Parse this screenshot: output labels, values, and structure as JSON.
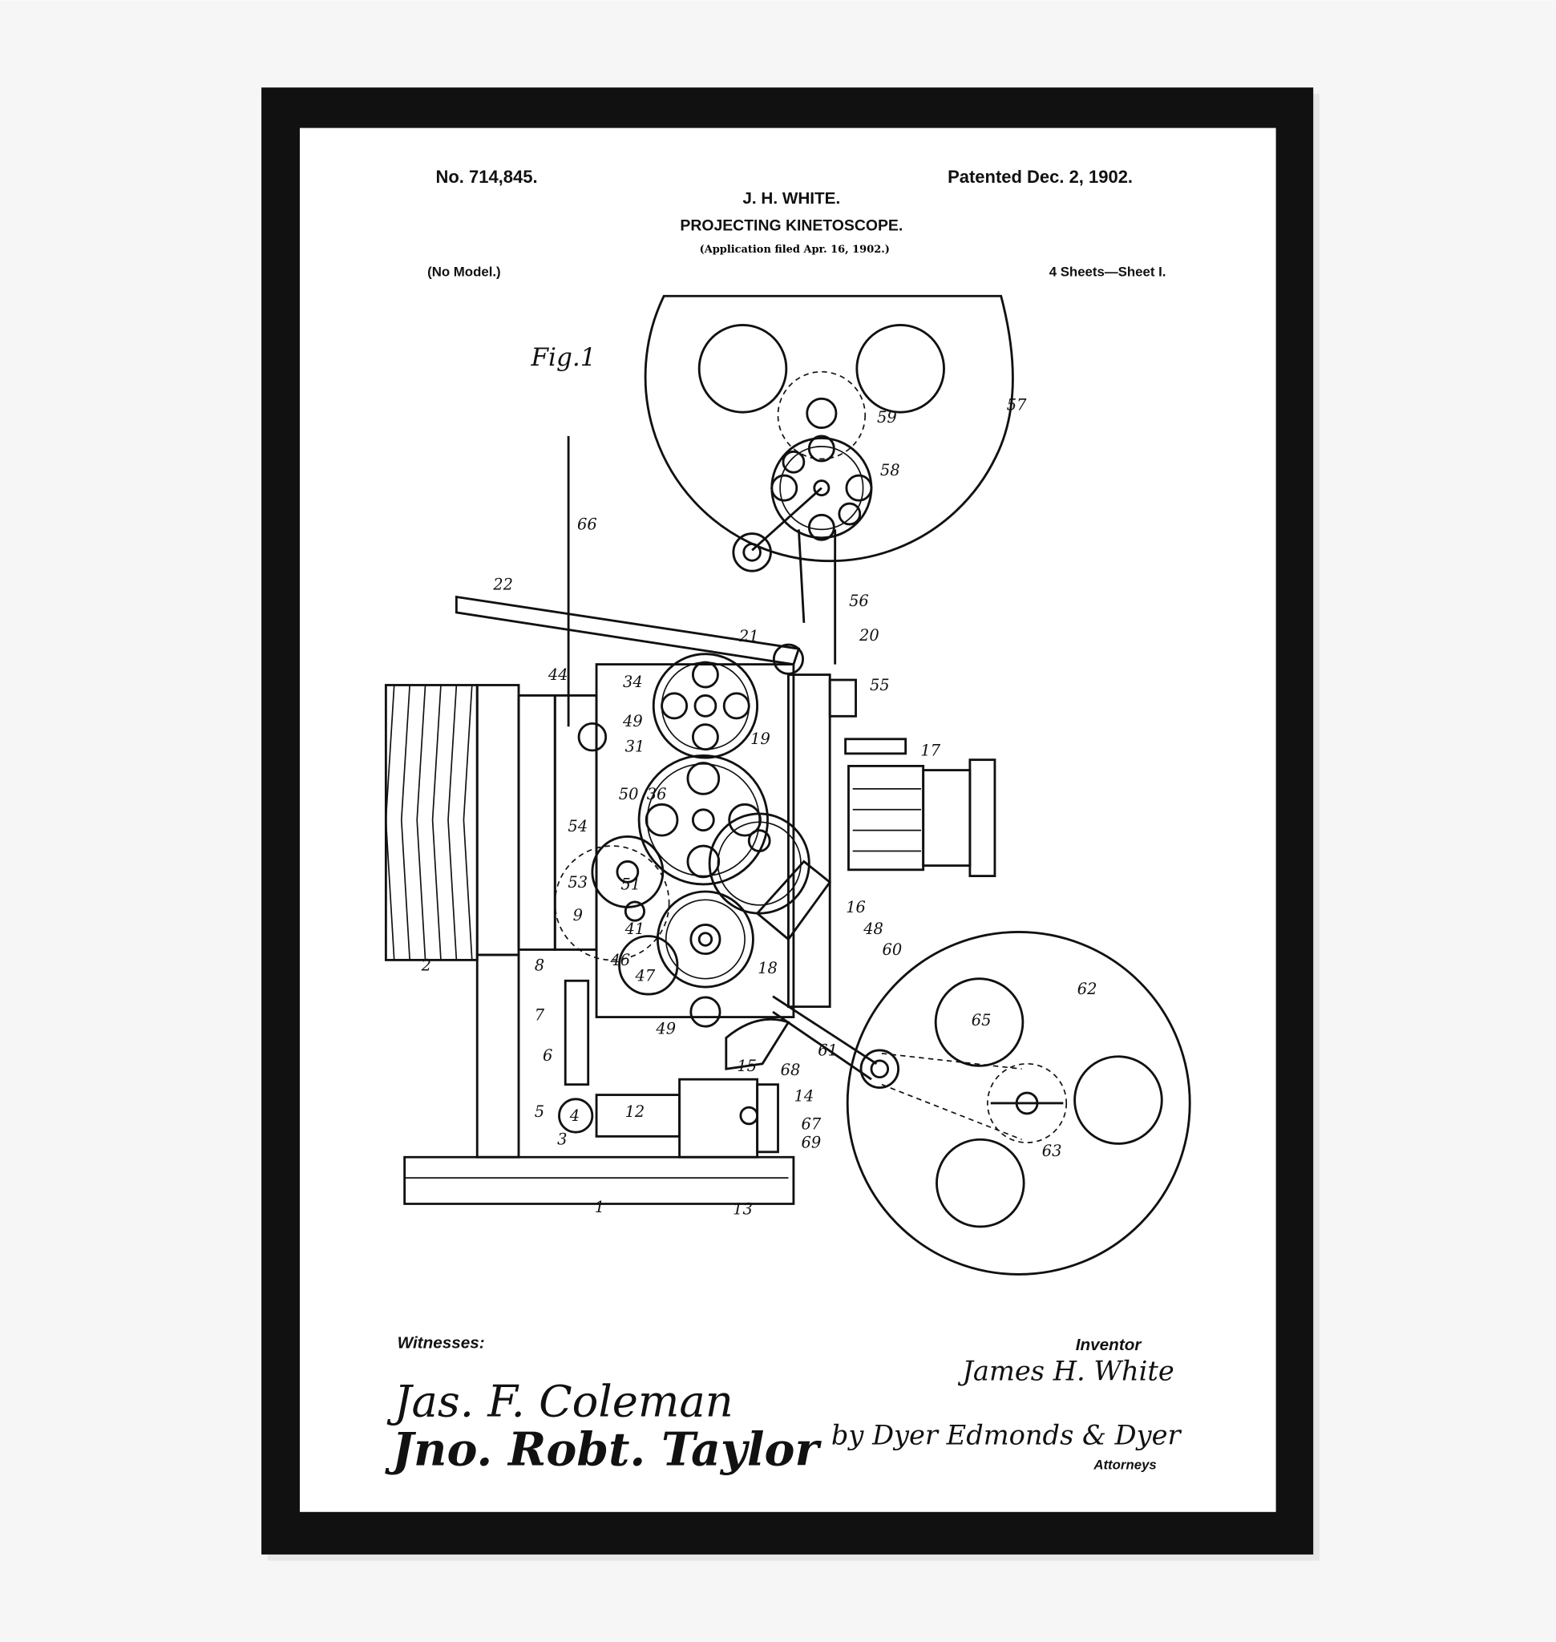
{
  "patent": {
    "number": "No. 714,845.",
    "date": "Patented Dec. 2, 1902.",
    "inventor_header": "J. H. WHITE.",
    "title": "PROJECTING KINETOSCOPE.",
    "application": "(Application filed Apr. 16, 1902.)",
    "model": "(No Model.)",
    "sheets": "4 Sheets—Sheet I.",
    "figure": "Fig.1"
  },
  "reference_numerals": [
    "57",
    "59",
    "58",
    "66",
    "22",
    "56",
    "21",
    "20",
    "55",
    "44",
    "34",
    "49",
    "31",
    "19",
    "17",
    "50",
    "36",
    "54",
    "53",
    "51",
    "9",
    "41",
    "16",
    "48",
    "60",
    "8",
    "46",
    "47",
    "18",
    "62",
    "7",
    "65",
    "49",
    "61",
    "6",
    "15",
    "68",
    "14",
    "5",
    "4",
    "12",
    "67",
    "69",
    "63",
    "3",
    "13",
    "1",
    "2"
  ],
  "signatures": {
    "witnesses_label": "Witnesses:",
    "witness_1": "Jas. F. Coleman",
    "witness_2": "Jno. Robt. Taylor",
    "inventor_label": "Inventor",
    "inventor_name": "James H. White",
    "attorneys_signature": "by Dyer Edmonds & Dyer",
    "attorneys_label": "Attorneys"
  },
  "colors": {
    "frame": "#111111",
    "paper": "#ffffff",
    "wall": "#f4f4f4"
  }
}
